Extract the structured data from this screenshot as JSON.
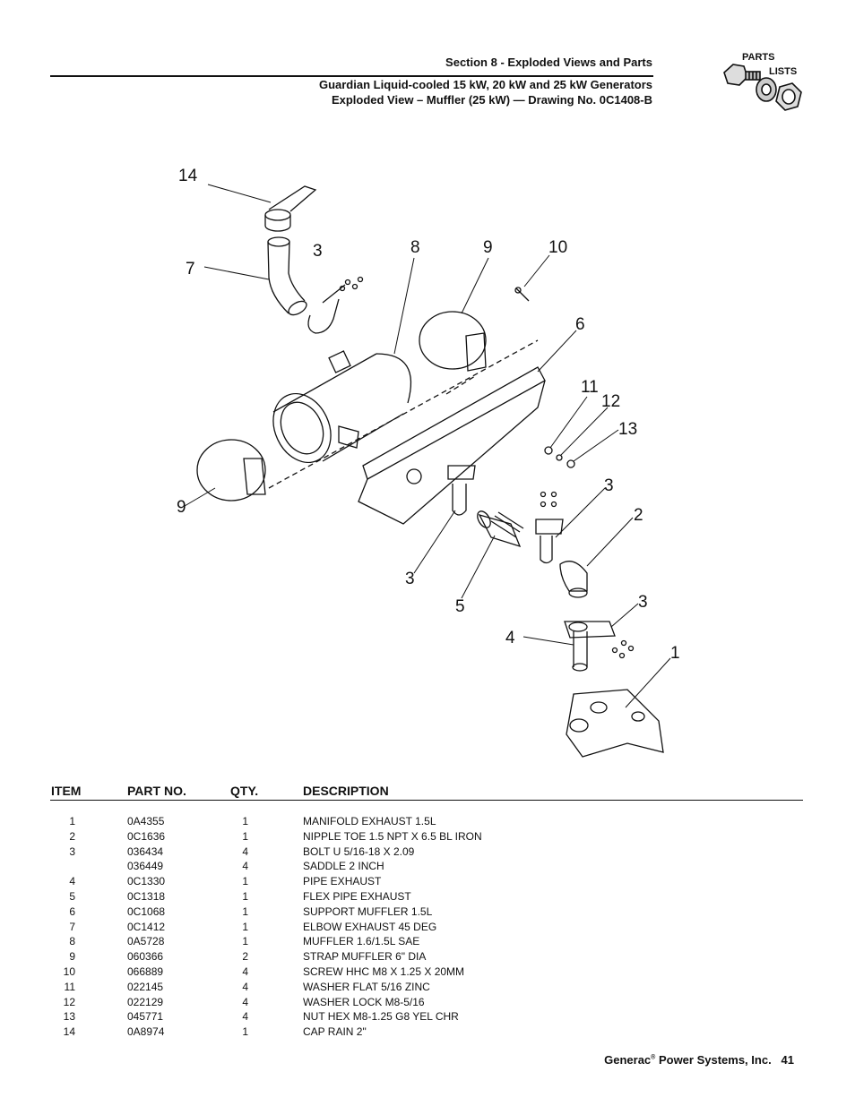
{
  "header": {
    "section": "Section 8 - Exploded Views and Parts",
    "title": "Guardian Liquid-cooled 15 kW, 20 kW and 25 kW Generators",
    "subtitle": "Exploded View – Muffler (25 kW) — Drawing No. 0C1408-B"
  },
  "logo": {
    "line1": "PARTS",
    "line2": "LISTS",
    "icon": "nut-bolt-washer-icon"
  },
  "callouts": [
    "14",
    "7",
    "3",
    "8",
    "9",
    "10",
    "6",
    "11",
    "12",
    "13",
    "9",
    "3",
    "2",
    "3",
    "5",
    "3",
    "4",
    "1"
  ],
  "table": {
    "headers": {
      "item": "ITEM",
      "part_no": "PART NO.",
      "qty": "QTY.",
      "description": "DESCRIPTION"
    },
    "rows": [
      {
        "item": "1",
        "part_no": "0A4355",
        "qty": "1",
        "description": "MANIFOLD EXHAUST 1.5L"
      },
      {
        "item": "2",
        "part_no": "0C1636",
        "qty": "1",
        "description": "NIPPLE TOE 1.5 NPT X 6.5 BL IRON"
      },
      {
        "item": "3",
        "part_no": "036434",
        "qty": "4",
        "description": "BOLT U 5/16-18 X 2.09"
      },
      {
        "item": "",
        "part_no": "036449",
        "qty": "4",
        "description": "SADDLE 2 INCH"
      },
      {
        "item": "4",
        "part_no": "0C1330",
        "qty": "1",
        "description": "PIPE EXHAUST"
      },
      {
        "item": "5",
        "part_no": "0C1318",
        "qty": "1",
        "description": "FLEX PIPE EXHAUST"
      },
      {
        "item": "6",
        "part_no": "0C1068",
        "qty": "1",
        "description": "SUPPORT MUFFLER 1.5L"
      },
      {
        "item": "7",
        "part_no": "0C1412",
        "qty": "1",
        "description": "ELBOW EXHAUST 45 DEG"
      },
      {
        "item": "8",
        "part_no": "0A5728",
        "qty": "1",
        "description": "MUFFLER 1.6/1.5L SAE"
      },
      {
        "item": "9",
        "part_no": "060366",
        "qty": "2",
        "description": "STRAP MUFFLER 6\" DIA"
      },
      {
        "item": "10",
        "part_no": "066889",
        "qty": "4",
        "description": "SCREW HHC M8 X 1.25 X 20MM"
      },
      {
        "item": "11",
        "part_no": "022145",
        "qty": "4",
        "description": "WASHER FLAT 5/16 ZINC"
      },
      {
        "item": "12",
        "part_no": "022129",
        "qty": "4",
        "description": "WASHER LOCK M8-5/16"
      },
      {
        "item": "13",
        "part_no": "045771",
        "qty": "4",
        "description": "NUT HEX M8-1.25 G8 YEL CHR"
      },
      {
        "item": "14",
        "part_no": "0A8974",
        "qty": "1",
        "description": "CAP RAIN  2\""
      }
    ]
  },
  "footer": {
    "company": "Generac",
    "reg_mark": "®",
    "company_rest": " Power Systems, Inc.",
    "page": "41"
  }
}
